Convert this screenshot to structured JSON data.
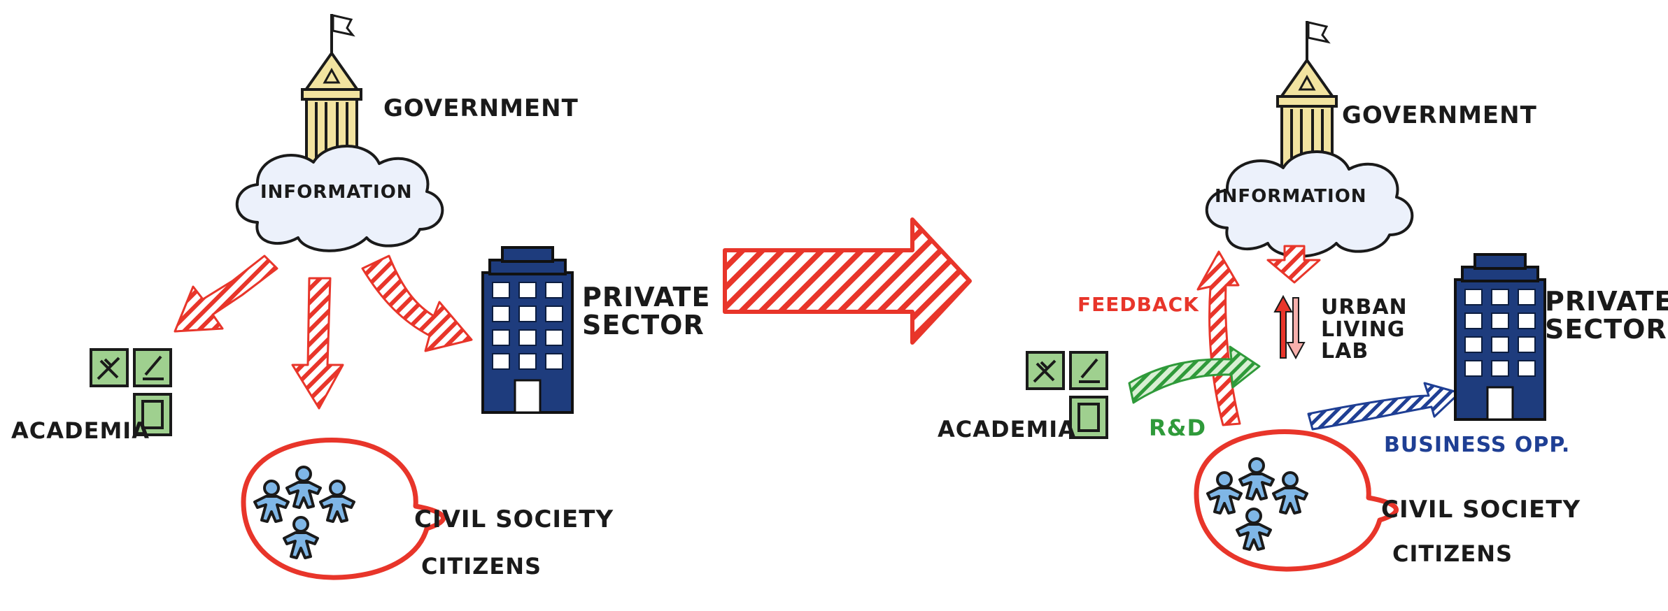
{
  "colors": {
    "red": "#e8352a",
    "green": "#2f9a3a",
    "blue": "#1f3f94",
    "building_blue": "#1e3c7d",
    "citizen_blue": "#7fb6e6",
    "capitol_yellow": "#f2e3a0",
    "cloud_fill": "#ecf1fb",
    "academia_green": "#9fd08f"
  },
  "left": {
    "government_label": "GOVERNMENT",
    "information_label": "INFORMATION",
    "private_sector_label": "PRIVATE\nSECTOR",
    "academia_label": "ACADEMIA",
    "civil_society_label": "CIVIL SOCIETY",
    "citizens_label": "CITIZENS"
  },
  "right": {
    "government_label": "GOVERNMENT",
    "information_label": "INFORMATION",
    "private_sector_label": "PRIVATE\nSECTOR",
    "academia_label": "ACADEMIA",
    "civil_society_label": "CIVIL SOCIETY",
    "citizens_label": "CITIZENS",
    "urban_living_lab_label": "URBAN\nLIVING\nLAB",
    "feedback_label": "FEEDBACK",
    "rd_label": "R&D",
    "business_label": "BUSINESS OPP."
  },
  "icons": [
    "capitol-icon",
    "cloud-icon",
    "office-building-icon",
    "academia-icons",
    "citizens-icon",
    "hatched-arrow-icon",
    "exchange-arrows-icon"
  ]
}
